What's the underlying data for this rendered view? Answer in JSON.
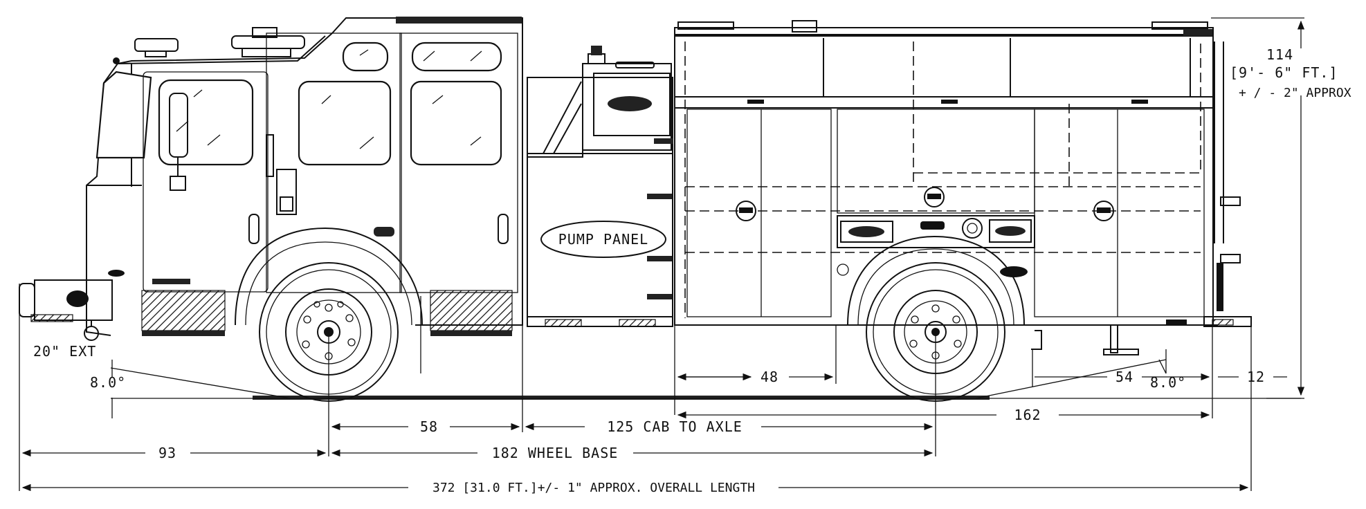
{
  "drawing": {
    "height_label": "114",
    "height_feet_label": "[9'- 6\" FT.]",
    "height_tolerance_label": "+ / - 2\" APPROX",
    "pump_panel_label": "PUMP PANEL",
    "front_extension_label": "20\" EXT",
    "front_angle_label": "8.0°",
    "rear_angle_label": "8.0°",
    "dim_48": "48",
    "dim_54": "54",
    "dim_12": "12",
    "dim_162": "162",
    "dim_58": "58",
    "cab_to_axle_label": "125  CAB TO AXLE",
    "dim_93": "93",
    "wheel_base_label": "182 WHEEL BASE",
    "overall_length_label": "372 [31.0 FT.]+/- 1\"  APPROX. OVERALL LENGTH"
  }
}
